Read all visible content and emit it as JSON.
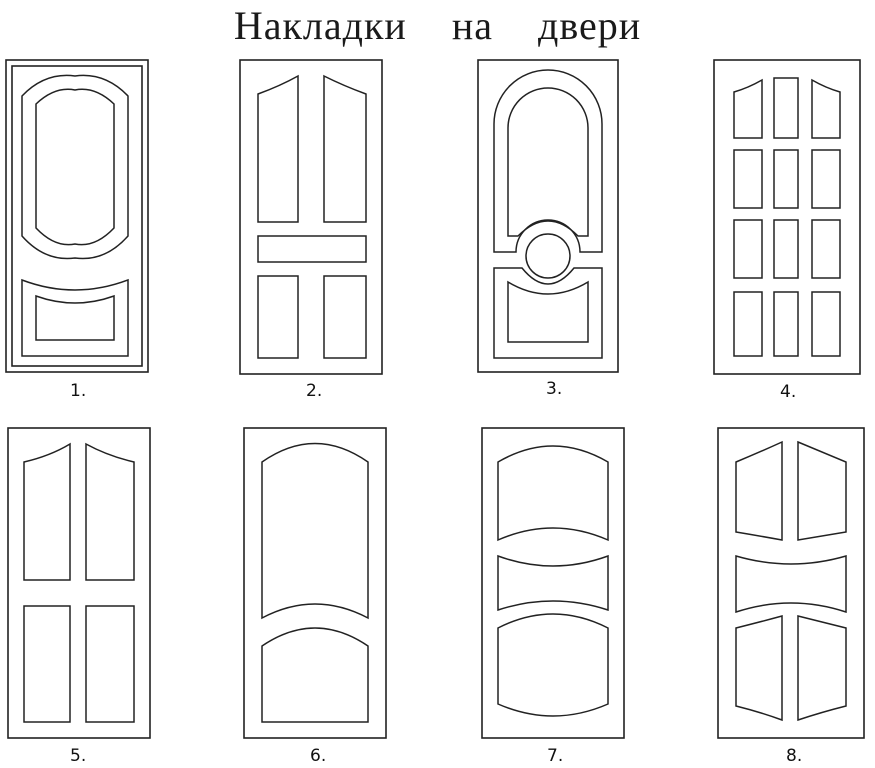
{
  "title": "Накладки    на  двери",
  "colors": {
    "ink": "#222222",
    "background": "#ffffff"
  },
  "doors": [
    {
      "label": "1."
    },
    {
      "label": "2."
    },
    {
      "label": "3."
    },
    {
      "label": "4."
    },
    {
      "label": "5."
    },
    {
      "label": "6."
    },
    {
      "label": "7."
    },
    {
      "label": "8."
    }
  ]
}
